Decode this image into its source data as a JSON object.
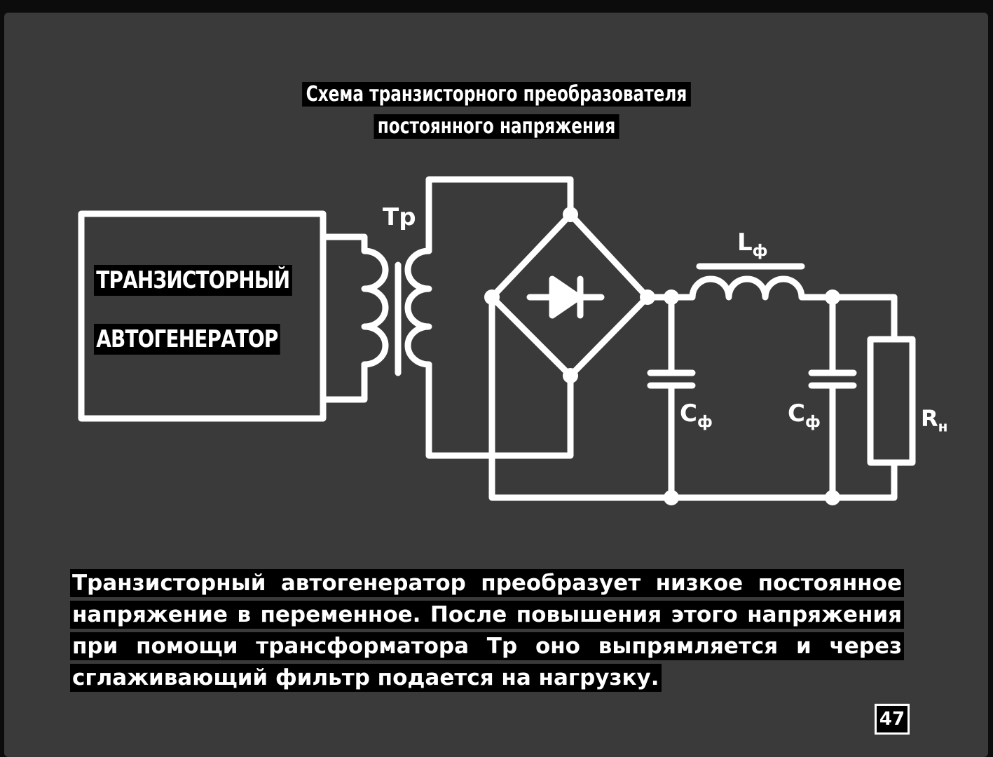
{
  "title": {
    "line1": "Схема транзисторного преобразователя",
    "line2": "постоянного напряжения"
  },
  "diagram": {
    "block_line1": "ТРАНЗИСТОРНЫЙ",
    "block_line2": "АВТОГЕНЕРАТОР",
    "transformer_label": "Тр",
    "inductor_label_main": "L",
    "inductor_label_sub": "ф",
    "capacitor1_label_main": "С",
    "capacitor1_label_sub": "ф",
    "capacitor2_label_main": "С",
    "capacitor2_label_sub": "ф",
    "resistor_label_main": "R",
    "resistor_label_sub": "н"
  },
  "description": "Транзисторный автогенератор преобразует низкое постоянное напряжение в переменное. После повышения этого напряжения при помощи трансформатора Тр оно выпрямляется и через сглаживающий фильтр подается на нагрузку.",
  "page_number": "47",
  "colors": {
    "background": "#3a3a3a",
    "lines": "#ffffff",
    "text_highlight": "#000000"
  }
}
